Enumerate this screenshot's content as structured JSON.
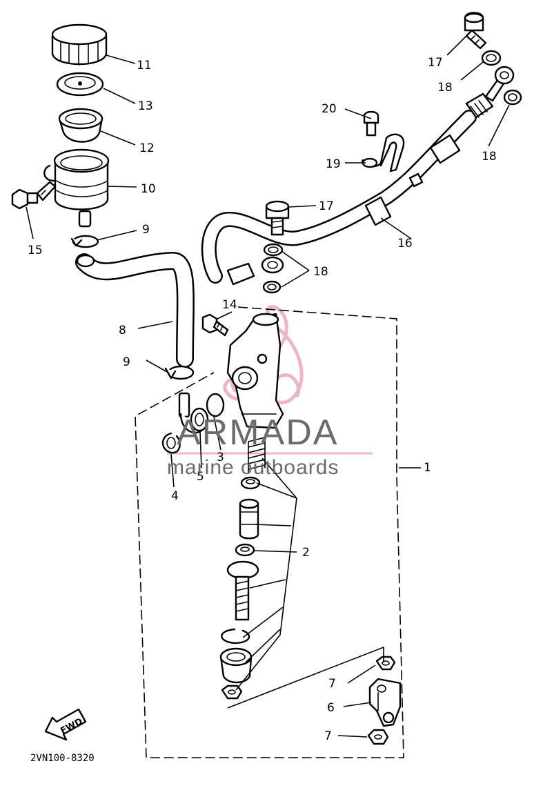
{
  "callouts": {
    "c1": "1",
    "c2": "2",
    "c3": "3",
    "c4": "4",
    "c5": "5",
    "c6": "6",
    "c7a": "7",
    "c7b": "7",
    "c8": "8",
    "c9a": "9",
    "c9b": "9",
    "c10": "10",
    "c11": "11",
    "c12": "12",
    "c13": "13",
    "c14": "14",
    "c15": "15",
    "c16": "16",
    "c17a": "17",
    "c17b": "17",
    "c18a": "18",
    "c18b": "18",
    "c18c": "18",
    "c19": "19",
    "c20": "20"
  },
  "fwd_label": "FWD",
  "diagram_code": "2VN100-8320",
  "watermark": {
    "title": "ARMADA",
    "subtitle": "marine outboards",
    "logo_color": "#e9a9c4",
    "text_color": "#6b6b6b"
  }
}
